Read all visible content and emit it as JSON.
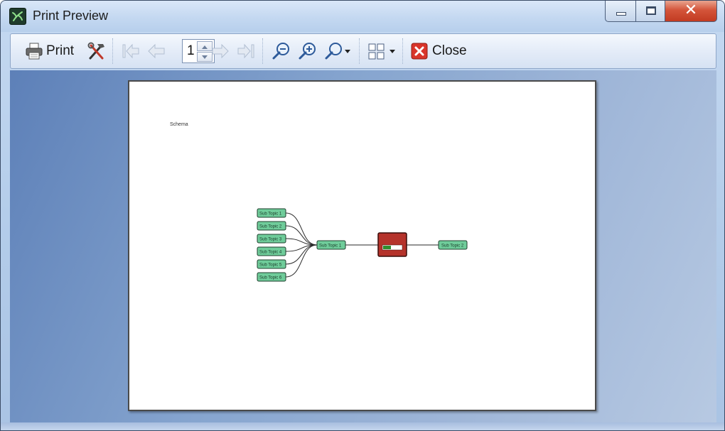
{
  "window": {
    "title": "Print Preview"
  },
  "toolbar": {
    "print_label": "Print",
    "close_label": "Close",
    "page_number": "1"
  },
  "preview": {
    "page_title": "Schema",
    "nodes": {
      "left_1": "Sub Topic 1",
      "left_2": "Sub Topic 2",
      "left_3": "Sub Topic 3",
      "left_4": "Sub Topic 4",
      "left_5": "Sub Topic 5",
      "left_6": "Sub Topic 6",
      "mid": "Sub Topic 1",
      "right": "Sub Topic 2"
    }
  },
  "colors": {
    "node_fill": "#6fcc9a",
    "central_fill": "#b5332b",
    "progress_green": "#2f8f2f"
  }
}
